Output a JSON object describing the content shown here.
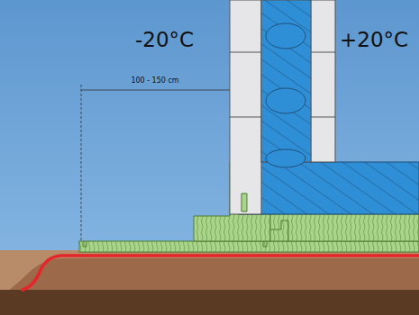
{
  "diagram": {
    "labels": [
      "-20°C",
      "+20°C",
      "100 - 150 cm"
    ]
  }
}
